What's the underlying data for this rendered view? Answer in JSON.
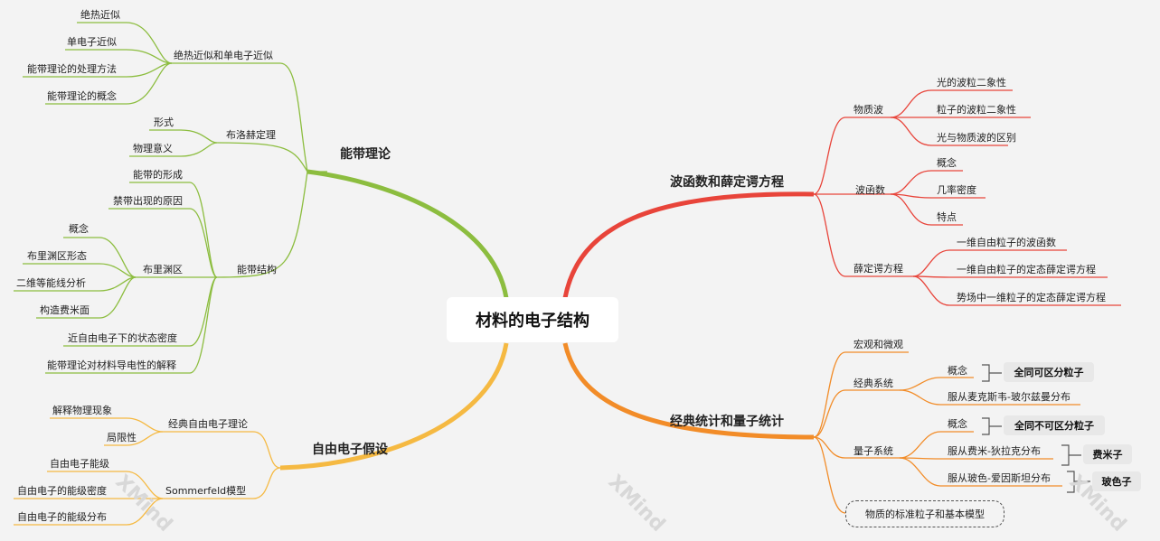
{
  "root": "材料的电子结构",
  "branches": {
    "nengdai": {
      "label": "能带理论",
      "color": "#8cbd3f",
      "c1": {
        "label": "绝热近似和单电子近似",
        "leaves": [
          "绝热近似",
          "单电子近似",
          "能带理论的处理方法",
          "能带理论的概念"
        ]
      },
      "c2": {
        "label": "布洛赫定理",
        "leaves": [
          "形式",
          "物理意义"
        ]
      },
      "c3": {
        "label": "能带结构",
        "leaves": [
          "能带的形成",
          "禁带出现的原因",
          "近自由电子下的状态密度",
          "能带理论对材料导电性的解释"
        ],
        "brillouin": {
          "label": "布里渊区",
          "leaves": [
            "概念",
            "布里渊区形态",
            "二维等能线分析",
            "构造费米面"
          ]
        }
      }
    },
    "ziyou": {
      "label": "自由电子假设",
      "color": "#f5b942",
      "c1": {
        "label": "经典自由电子理论",
        "leaves": [
          "解释物理现象",
          "局限性"
        ]
      },
      "c2": {
        "label": "Sommerfeld模型",
        "leaves": [
          "自由电子能级",
          "自由电子的能级密度",
          "自由电子的能级分布"
        ]
      }
    },
    "bohan": {
      "label": "波函数和薛定谔方程",
      "color": "#e8443a",
      "c1": {
        "label": "物质波",
        "leaves": [
          "光的波粒二象性",
          "粒子的波粒二象性",
          "光与物质波的区别"
        ]
      },
      "c2": {
        "label": "波函数",
        "leaves": [
          "概念",
          "几率密度",
          "特点"
        ]
      },
      "c3": {
        "label": "薛定谔方程",
        "leaves": [
          "一维自由粒子的波函数",
          "一维自由粒子的定态薛定谔方程",
          "势场中一维粒子的定态薛定谔方程"
        ]
      }
    },
    "tongji": {
      "label": "经典统计和量子统计",
      "color": "#f28c28",
      "c0": {
        "label": "宏观和微观"
      },
      "c1": {
        "label": "经典系统",
        "leaves": [
          "概念",
          "服从麦克斯韦-玻尔兹曼分布"
        ],
        "chip": "全同可区分粒子"
      },
      "c2": {
        "label": "量子系统",
        "leaves": [
          "概念",
          "服从费米-狄拉克分布",
          "服从玻色-爱因斯坦分布"
        ],
        "chips": [
          "全同不可区分粒子",
          "费米子",
          "玻色子"
        ]
      },
      "c3": {
        "label": "物质的标准粒子和基本模型"
      }
    }
  },
  "watermark": "XMind"
}
